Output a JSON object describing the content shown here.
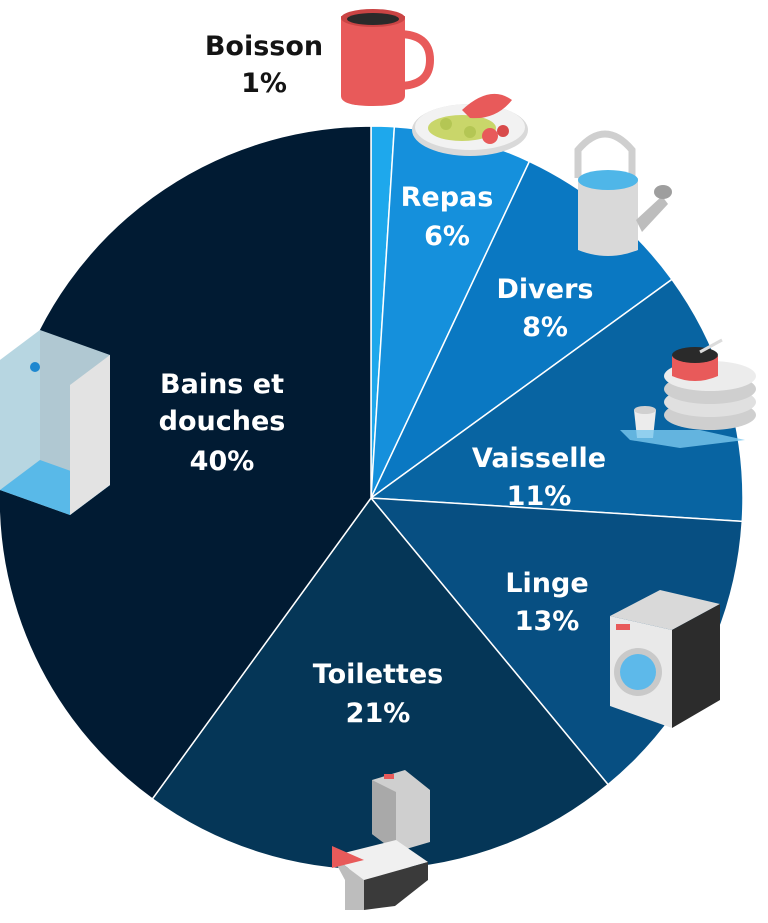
{
  "chart_data": {
    "type": "pie",
    "title": "",
    "start_angle_deg": 0,
    "direction": "clockwise",
    "slices": [
      {
        "label": "Boisson",
        "value": 1,
        "value_label": "1%",
        "color": "#1ea8ec",
        "icon": "mug-icon"
      },
      {
        "label": "Repas",
        "value": 6,
        "value_label": "6%",
        "color": "#1590dc",
        "icon": "plate-icon"
      },
      {
        "label": "Divers",
        "value": 8,
        "value_label": "8%",
        "color": "#0a78c2",
        "icon": "watering-can-icon"
      },
      {
        "label": "Vaisselle",
        "value": 11,
        "value_label": "11%",
        "color": "#0864a2",
        "icon": "dishes-icon"
      },
      {
        "label": "Linge",
        "value": 13,
        "value_label": "13%",
        "color": "#074f82",
        "icon": "washing-machine-icon"
      },
      {
        "label": "Toilettes",
        "value": 21,
        "value_label": "21%",
        "color": "#053657",
        "icon": "toilet-icon"
      },
      {
        "label": "Bains et douches",
        "label_lines": [
          "Bains et",
          "douches"
        ],
        "value": 40,
        "value_label": "40%",
        "color": "#011b33",
        "icon": "shower-icon"
      }
    ]
  }
}
